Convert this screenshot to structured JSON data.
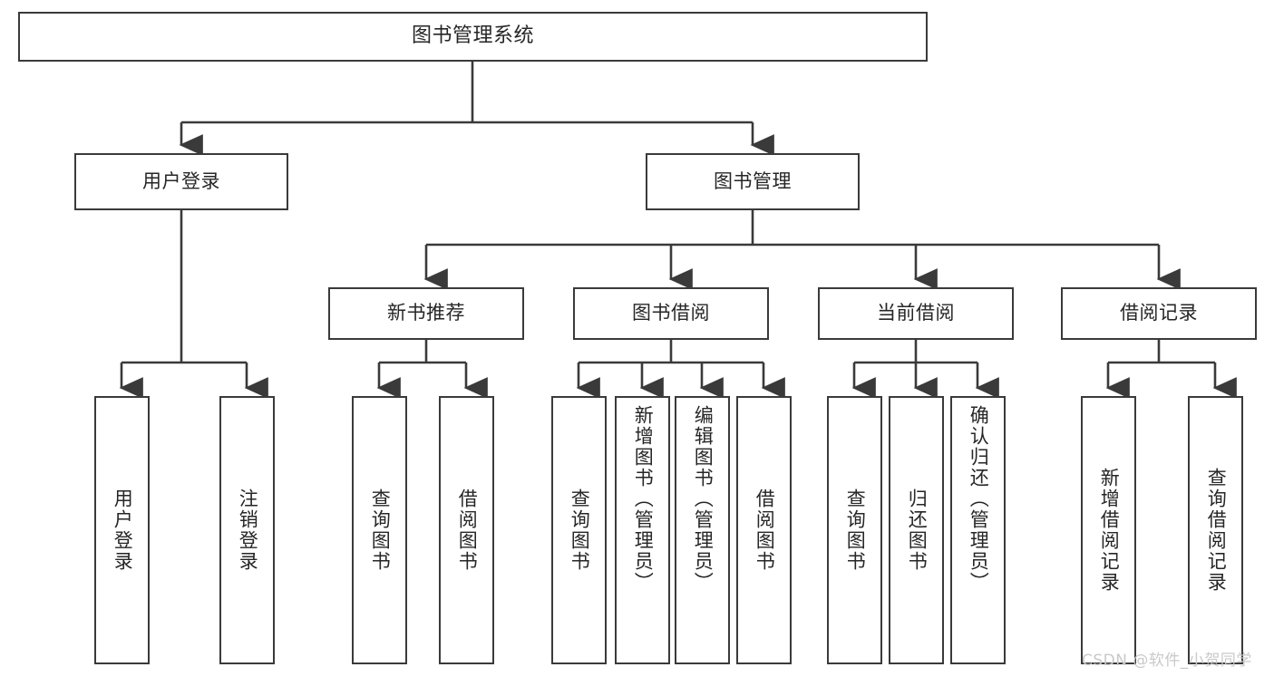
{
  "diagram": {
    "type": "tree",
    "title": "图书管理系统",
    "levels": 4,
    "nodes": {
      "root": {
        "label": "图书管理系统"
      },
      "level2": [
        {
          "id": "user-login",
          "label": "用户登录"
        },
        {
          "id": "book-management",
          "label": "图书管理"
        }
      ],
      "level3": [
        {
          "id": "new-book-recommend",
          "label": "新书推荐"
        },
        {
          "id": "book-borrow",
          "label": "图书借阅"
        },
        {
          "id": "current-borrow",
          "label": "当前借阅"
        },
        {
          "id": "borrow-record",
          "label": "借阅记录"
        }
      ],
      "leaves": [
        {
          "id": "leaf-user-login",
          "label": "用户登录",
          "parent": "user-login"
        },
        {
          "id": "leaf-logout-login",
          "label": "注销登录",
          "parent": "user-login"
        },
        {
          "id": "leaf-query-book-1",
          "label": "查询图书",
          "parent": "new-book-recommend"
        },
        {
          "id": "leaf-borrow-book-1",
          "label": "借阅图书",
          "parent": "new-book-recommend"
        },
        {
          "id": "leaf-query-book-2",
          "label": "查询图书",
          "parent": "book-borrow"
        },
        {
          "id": "leaf-add-book",
          "label": "新增图书（管理员）",
          "parent": "book-borrow"
        },
        {
          "id": "leaf-edit-book",
          "label": "编辑图书（管理员）",
          "parent": "book-borrow"
        },
        {
          "id": "leaf-borrow-book-2",
          "label": "借阅图书",
          "parent": "book-borrow"
        },
        {
          "id": "leaf-query-book-3",
          "label": "查询图书",
          "parent": "current-borrow"
        },
        {
          "id": "leaf-return-book",
          "label": "归还图书",
          "parent": "current-borrow"
        },
        {
          "id": "leaf-confirm-return",
          "label": "确认归还（管理员）",
          "parent": "current-borrow"
        },
        {
          "id": "leaf-add-record",
          "label": "新增借阅记录",
          "parent": "borrow-record"
        },
        {
          "id": "leaf-query-record",
          "label": "查询借阅记录",
          "parent": "borrow-record"
        }
      ]
    },
    "colors": {
      "border": "#3a3a3a",
      "text": "#262626",
      "background": "#ffffff",
      "connector": "#3a3a3a",
      "watermark": "#c9c9c9"
    }
  },
  "watermark": {
    "text": "CSDN @软件_小贺同学"
  }
}
